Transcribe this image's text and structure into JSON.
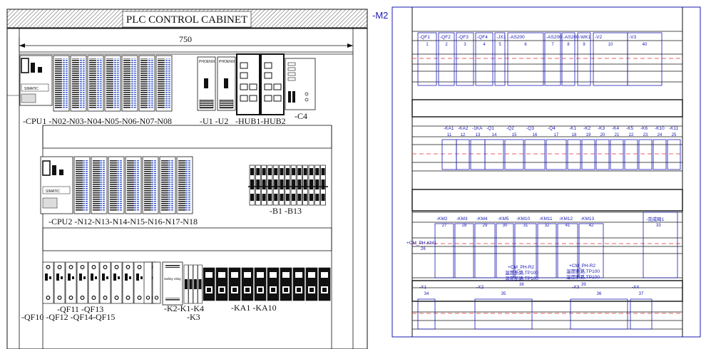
{
  "left": {
    "title": "PLC CONTROL CABINET",
    "dimension": "750",
    "row1": {
      "label_main": "-CPU1 -N02-N03-N04-N05-N06-N07-N08",
      "label_u": "-U1 -U2",
      "label_hub": "-HUB1-HUB2",
      "label_c4": "-C4",
      "phoenix": [
        "PHOENIX",
        "PHOENIX"
      ],
      "cpu_text": "SIMATIC"
    },
    "row2": {
      "label_main": "-CPU2 -N12-N13-N14-N15-N16-N17-N18",
      "label_b": "-B1 -B13",
      "cpu_text": "SIMATIC"
    },
    "row3": {
      "qf_line1": "-QF11 -QF13",
      "qf_line2": "-QF10 -QF12 -QF14-QF15",
      "k_line1": "-K2-K1-K4",
      "k_line2": "-K3",
      "ka_line": "-KA1 -KA10",
      "safety_text": "Safety relay"
    }
  },
  "right": {
    "tag": "-M2",
    "row1": [
      {
        "name": "-QF1",
        "num": "1"
      },
      {
        "name": "-QF2",
        "num": "2"
      },
      {
        "name": "-QF3",
        "num": "3"
      },
      {
        "name": "-QF4",
        "num": "4"
      },
      {
        "name": "-JX1",
        "num": "5"
      },
      {
        "name": "-AS200",
        "num": "6"
      },
      {
        "name": "-AS200",
        "num": "7"
      },
      {
        "name": "-AS200",
        "num": "8"
      },
      {
        "name": "-WK1",
        "num": "9"
      },
      {
        "name": "-V2",
        "num": "10"
      },
      {
        "name": "-V3",
        "num": "40"
      }
    ],
    "row2": [
      {
        "name": "-KA1",
        "num": "11"
      },
      {
        "name": "-KA2",
        "num": "12"
      },
      {
        "name": "-1KA",
        "num": "13"
      },
      {
        "name": "-Q1",
        "num": "14"
      },
      {
        "name": "-Q2",
        "num": "15"
      },
      {
        "name": "-Q3",
        "num": "16"
      },
      {
        "name": "-Q4",
        "num": "17"
      },
      {
        "name": "-K1",
        "num": "18"
      },
      {
        "name": "-K2",
        "num": "19"
      },
      {
        "name": "-K3",
        "num": "20"
      },
      {
        "name": "-K4",
        "num": "21"
      },
      {
        "name": "-K5",
        "num": "22"
      },
      {
        "name": "-K6",
        "num": "23"
      },
      {
        "name": "-K10",
        "num": "24"
      },
      {
        "name": "-K11",
        "num": "25"
      }
    ],
    "row3": [
      {
        "name": "-KM2",
        "num": "27"
      },
      {
        "name": "-KM3",
        "num": "28"
      },
      {
        "name": "-KM4",
        "num": "29"
      },
      {
        "name": "-KM5",
        "num": "30"
      },
      {
        "name": "-KM10",
        "num": "31"
      },
      {
        "name": "-KM11",
        "num": "32"
      },
      {
        "name": "-KM12",
        "num": "41"
      },
      {
        "name": "-KM13",
        "num": "42"
      }
    ],
    "km1": {
      "name": "+CM_PH-KM1",
      "num": "26"
    },
    "right_box": {
      "name": "-完成畸1",
      "num": "33"
    },
    "note1": {
      "line1": "+CM_PH-R2",
      "line2": "温度断路,TP100",
      "line3": "温度断路,TP100",
      "num": "38"
    },
    "note2": {
      "line1": "+CM_PH-R2",
      "line2": "温度断路,TP100",
      "line3": "温度断路,TP100",
      "num": "39"
    },
    "row4": [
      {
        "name": "-X1",
        "num": "34"
      },
      {
        "name": "-X2",
        "num": "35"
      },
      {
        "name": "-X3",
        "num": "36"
      },
      {
        "name": "-X4",
        "num": "37"
      }
    ]
  }
}
